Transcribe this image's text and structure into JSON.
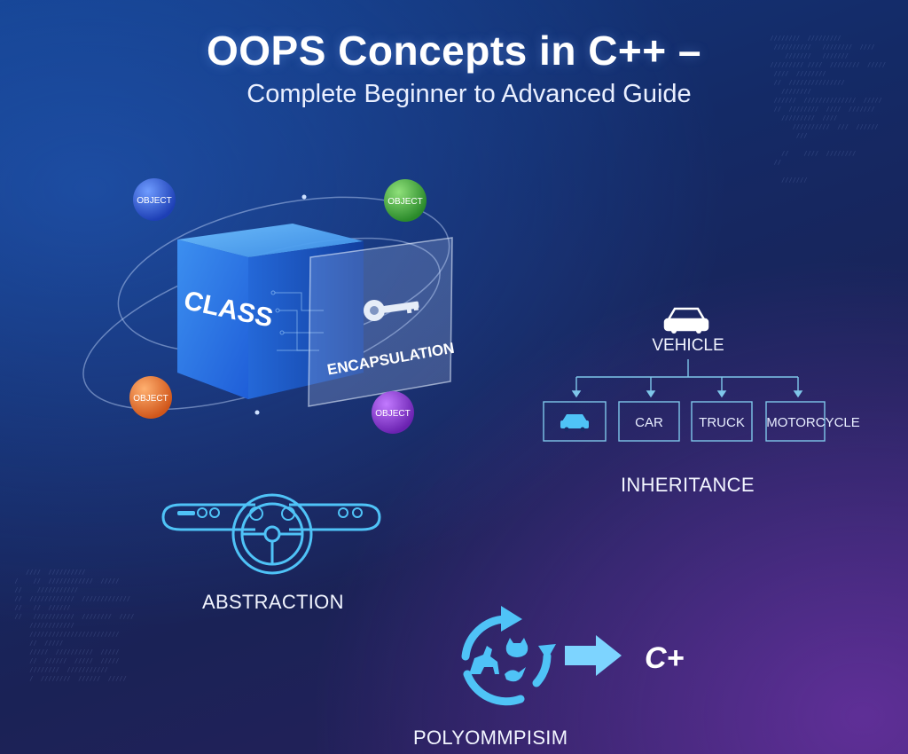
{
  "header": {
    "title": "OOPS Concepts in C++ –",
    "subtitle": "Complete Beginner to Advanced Guide"
  },
  "class_section": {
    "cube_label": "CLASS",
    "card_label": "ENCAPSULATION",
    "objects": [
      "OBJECT",
      "OBJECT",
      "OBJECT",
      "OBJECT"
    ],
    "object_colors": [
      "#2b5fd8",
      "#3aa83a",
      "#e0701e",
      "#8a35c9"
    ]
  },
  "inheritance": {
    "root": "VEHICLE",
    "children": [
      "CAR",
      "TRUCK",
      "MOTORCYCLE"
    ],
    "caption": "INHERITANCE"
  },
  "abstraction": {
    "caption": "ABSTRACTION"
  },
  "polymorphism": {
    "target": "C+",
    "caption": "POLYOMMPISIM"
  },
  "colors": {
    "accent": "#4fc3f7",
    "line": "#7fc7ea"
  }
}
